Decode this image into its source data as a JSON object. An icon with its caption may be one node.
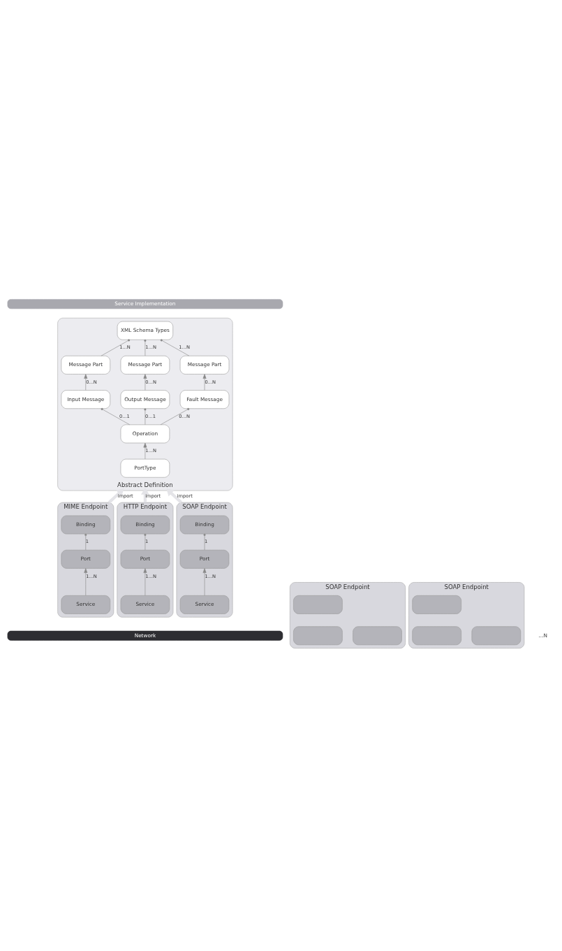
{
  "diagram": {
    "nodes": [
      {
        "text": [
          "Service Implementation"
        ]
      },
      {
        "text": [
          "Abstract Definition"
        ]
      },
      {
        "text": [
          "XML Schema Types"
        ],
        "in": 1
      },
      {
        "text": [
          "Message Part"
        ],
        "in": 1
      },
      {
        "text": [
          "Message Part"
        ],
        "in": 1
      },
      {
        "text": [
          "Message Part"
        ],
        "in": 1
      },
      {
        "text": [
          "Input Message"
        ],
        "in": 1
      },
      {
        "text": [
          "Output Message"
        ],
        "in": 1
      },
      {
        "text": [
          "Fault Message"
        ],
        "in": 1
      },
      {
        "text": [
          "Operation"
        ],
        "in": 1
      },
      {
        "text": [
          "PortType"
        ],
        "in": 1
      },
      {
        "text": [
          "MIME Endpoint"
        ]
      },
      {
        "text": [
          "Binding"
        ],
        "in": 11
      },
      {
        "text": [
          "Port"
        ],
        "in": 11
      },
      {
        "text": [
          "Service"
        ],
        "in": 11
      },
      {
        "text": [
          "HTTP Endpoint"
        ]
      },
      {
        "text": [
          "Binding"
        ],
        "in": 15
      },
      {
        "text": [
          "Port"
        ],
        "in": 15
      },
      {
        "text": [
          "Service"
        ],
        "in": 15
      },
      {
        "text": [
          "SOAP Endpoint"
        ]
      },
      {
        "text": [
          "Binding"
        ],
        "in": 19
      },
      {
        "text": [
          "Port"
        ],
        "in": 19
      },
      {
        "text": [
          "Service"
        ],
        "in": 19
      },
      {
        "text": [
          "SOAP Endpoint"
        ]
      },
      {
        "text": [],
        "shape": "box",
        "in": 23
      },
      {
        "text": [],
        "shape": "box",
        "in": 23
      },
      {
        "text": [],
        "shape": "box",
        "in": 23
      },
      {
        "text": [
          "SOAP Endpoint"
        ]
      },
      {
        "text": [],
        "shape": "box",
        "in": 27
      },
      {
        "text": [],
        "shape": "box",
        "in": 27
      },
      {
        "text": [],
        "shape": "box",
        "in": 27
      },
      {
        "text": [
          "Network"
        ]
      }
    ],
    "edges": [
      {
        "from": 3,
        "to": 2,
        "arrow": "other",
        "label": "1...N"
      },
      {
        "from": 4,
        "to": 2,
        "arrow": "other",
        "label": "1...N"
      },
      {
        "from": 5,
        "to": 2,
        "arrow": "other",
        "label": "1...N"
      },
      {
        "from": 6,
        "to": 3,
        "arrow": "to",
        "label": "0...N"
      },
      {
        "from": 7,
        "to": 4,
        "arrow": "to",
        "label": "0...N"
      },
      {
        "from": 8,
        "to": 5,
        "arrow": "to",
        "label": "0...N"
      },
      {
        "from": 9,
        "to": 6,
        "arrow": "other",
        "label": "0...1"
      },
      {
        "from": 9,
        "to": 7,
        "arrow": "other",
        "label": "0...1"
      },
      {
        "from": 9,
        "to": 8,
        "arrow": "other",
        "label": "0...N"
      },
      {
        "from": 10,
        "to": 9,
        "arrow": "to",
        "label": "1...N"
      },
      {
        "from": 11,
        "to": 1,
        "arrow": "to",
        "label": "import",
        "style": "thick",
        "color": "#e4e4e8"
      },
      {
        "from": 15,
        "to": 1,
        "arrow": "to",
        "label": "import",
        "style": "thick",
        "color": "#e4e4e8"
      },
      {
        "from": 19,
        "to": 1,
        "arrow": "to",
        "label": "import",
        "style": "thick",
        "color": "#e4e4e8"
      },
      {
        "from": 13,
        "to": 12,
        "arrow": "other",
        "label": "1"
      },
      {
        "from": 14,
        "to": 13,
        "arrow": "to",
        "label": "1...N"
      },
      {
        "from": 17,
        "to": 16,
        "arrow": "other",
        "label": "1"
      },
      {
        "from": 18,
        "to": 17,
        "arrow": "to",
        "label": "1...N"
      },
      {
        "from": 21,
        "to": 20,
        "arrow": "other",
        "label": "1"
      },
      {
        "from": 22,
        "to": 21,
        "arrow": "to",
        "label": "1...N"
      }
    ],
    "labels": [
      "...N"
    ]
  }
}
